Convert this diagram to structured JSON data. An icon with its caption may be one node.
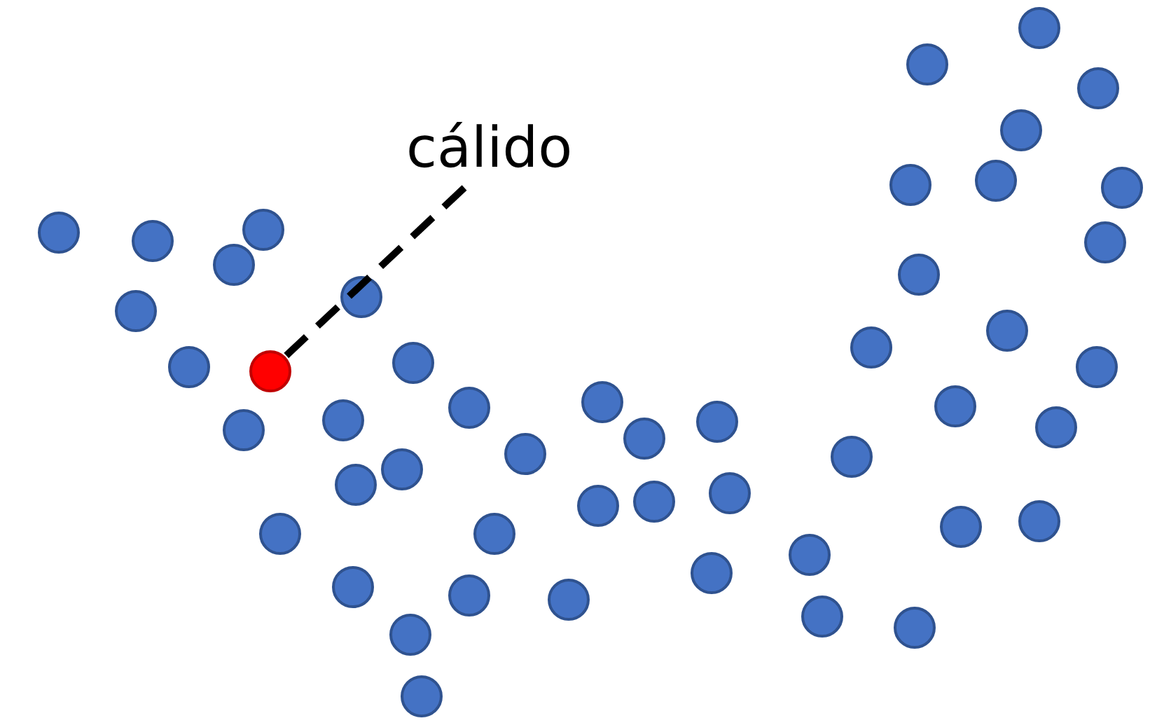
{
  "diagram": {
    "nodes": [
      {
        "text": [
          "cálido"
        ]
      },
      {
        "text": [],
        "shape": "circle"
      }
    ],
    "edges": [
      {
        "from": 0,
        "to": 1,
        "arrow": "none",
        "style": "dashed"
      }
    ]
  }
}
